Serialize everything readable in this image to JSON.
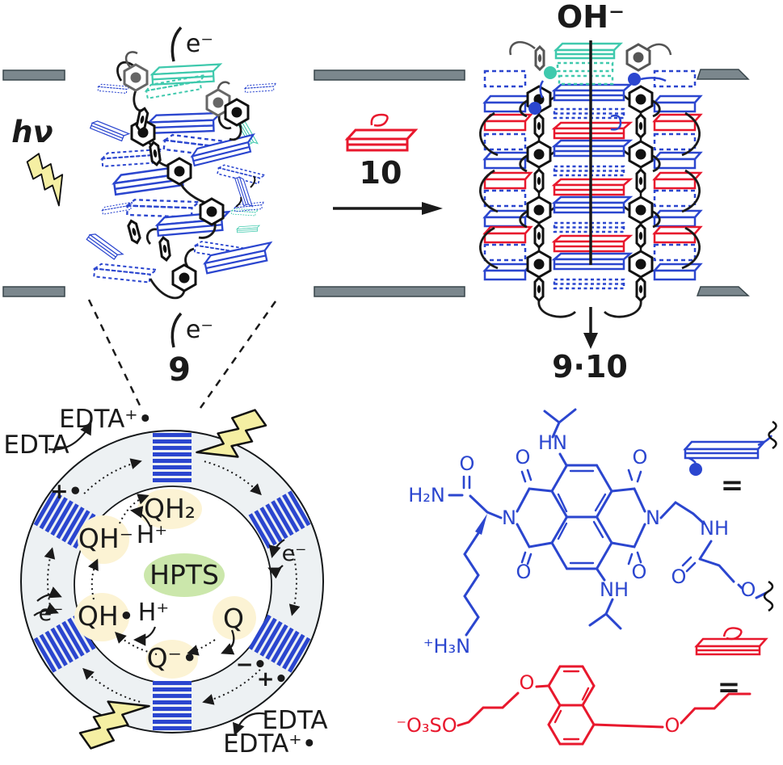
{
  "colors": {
    "blue": "#2b46cf",
    "red": "#e8182d",
    "teal": "#3fc9ad",
    "gray_membrane": "#7b878d",
    "gray_chain": "#555555",
    "bolt_yellow": "#f5efa3",
    "ring_fill": "#edf1f3",
    "glow_cream": "#fcf3d4",
    "hpts_green": "#cbe7ab",
    "ink": "#1a1a1a"
  },
  "top_left": {
    "hv": "hν",
    "e_top": "e⁻",
    "e_bottom": "e⁻",
    "compound": "9"
  },
  "reaction": {
    "reagent": "10"
  },
  "top_right": {
    "hydroxide": "OH⁻",
    "complex": "9·10"
  },
  "vesicle": {
    "edta1": "EDTA",
    "edta1_rad": "EDTA⁺•",
    "rad_tl": "+•",
    "e_right": "e⁻",
    "e_left": "e⁻",
    "qh2": "QH₂",
    "qh_minus": "QH⁻",
    "h_plus_1": "H⁺",
    "hpts": "HPTS",
    "qh_rad": "QH•",
    "h_plus_2": "H⁺",
    "q": "Q",
    "q_rad": "Q⁻•",
    "rad_minus": "−•",
    "rad_plus": "+•",
    "edta2": "EDTA",
    "edta2_rad": "EDTA⁺•"
  },
  "blue_molecule": {
    "hn": "HN",
    "o_top_left": "O",
    "o_top_right": "O",
    "o_bottom_left": "O",
    "o_bottom_right": "O",
    "n_left": "N",
    "n_right": "N",
    "h2n": "H₂N",
    "o_amide": "O",
    "nh_bottom": "NH",
    "h3n": "⁺H₃N",
    "nh_chain": "NH",
    "o_chain_amide": "O",
    "o_ether": "O",
    "equals": "="
  },
  "red_molecule": {
    "sulfate": "⁻O₃SO",
    "o_left": "O",
    "o_right": "O",
    "equals": "="
  }
}
